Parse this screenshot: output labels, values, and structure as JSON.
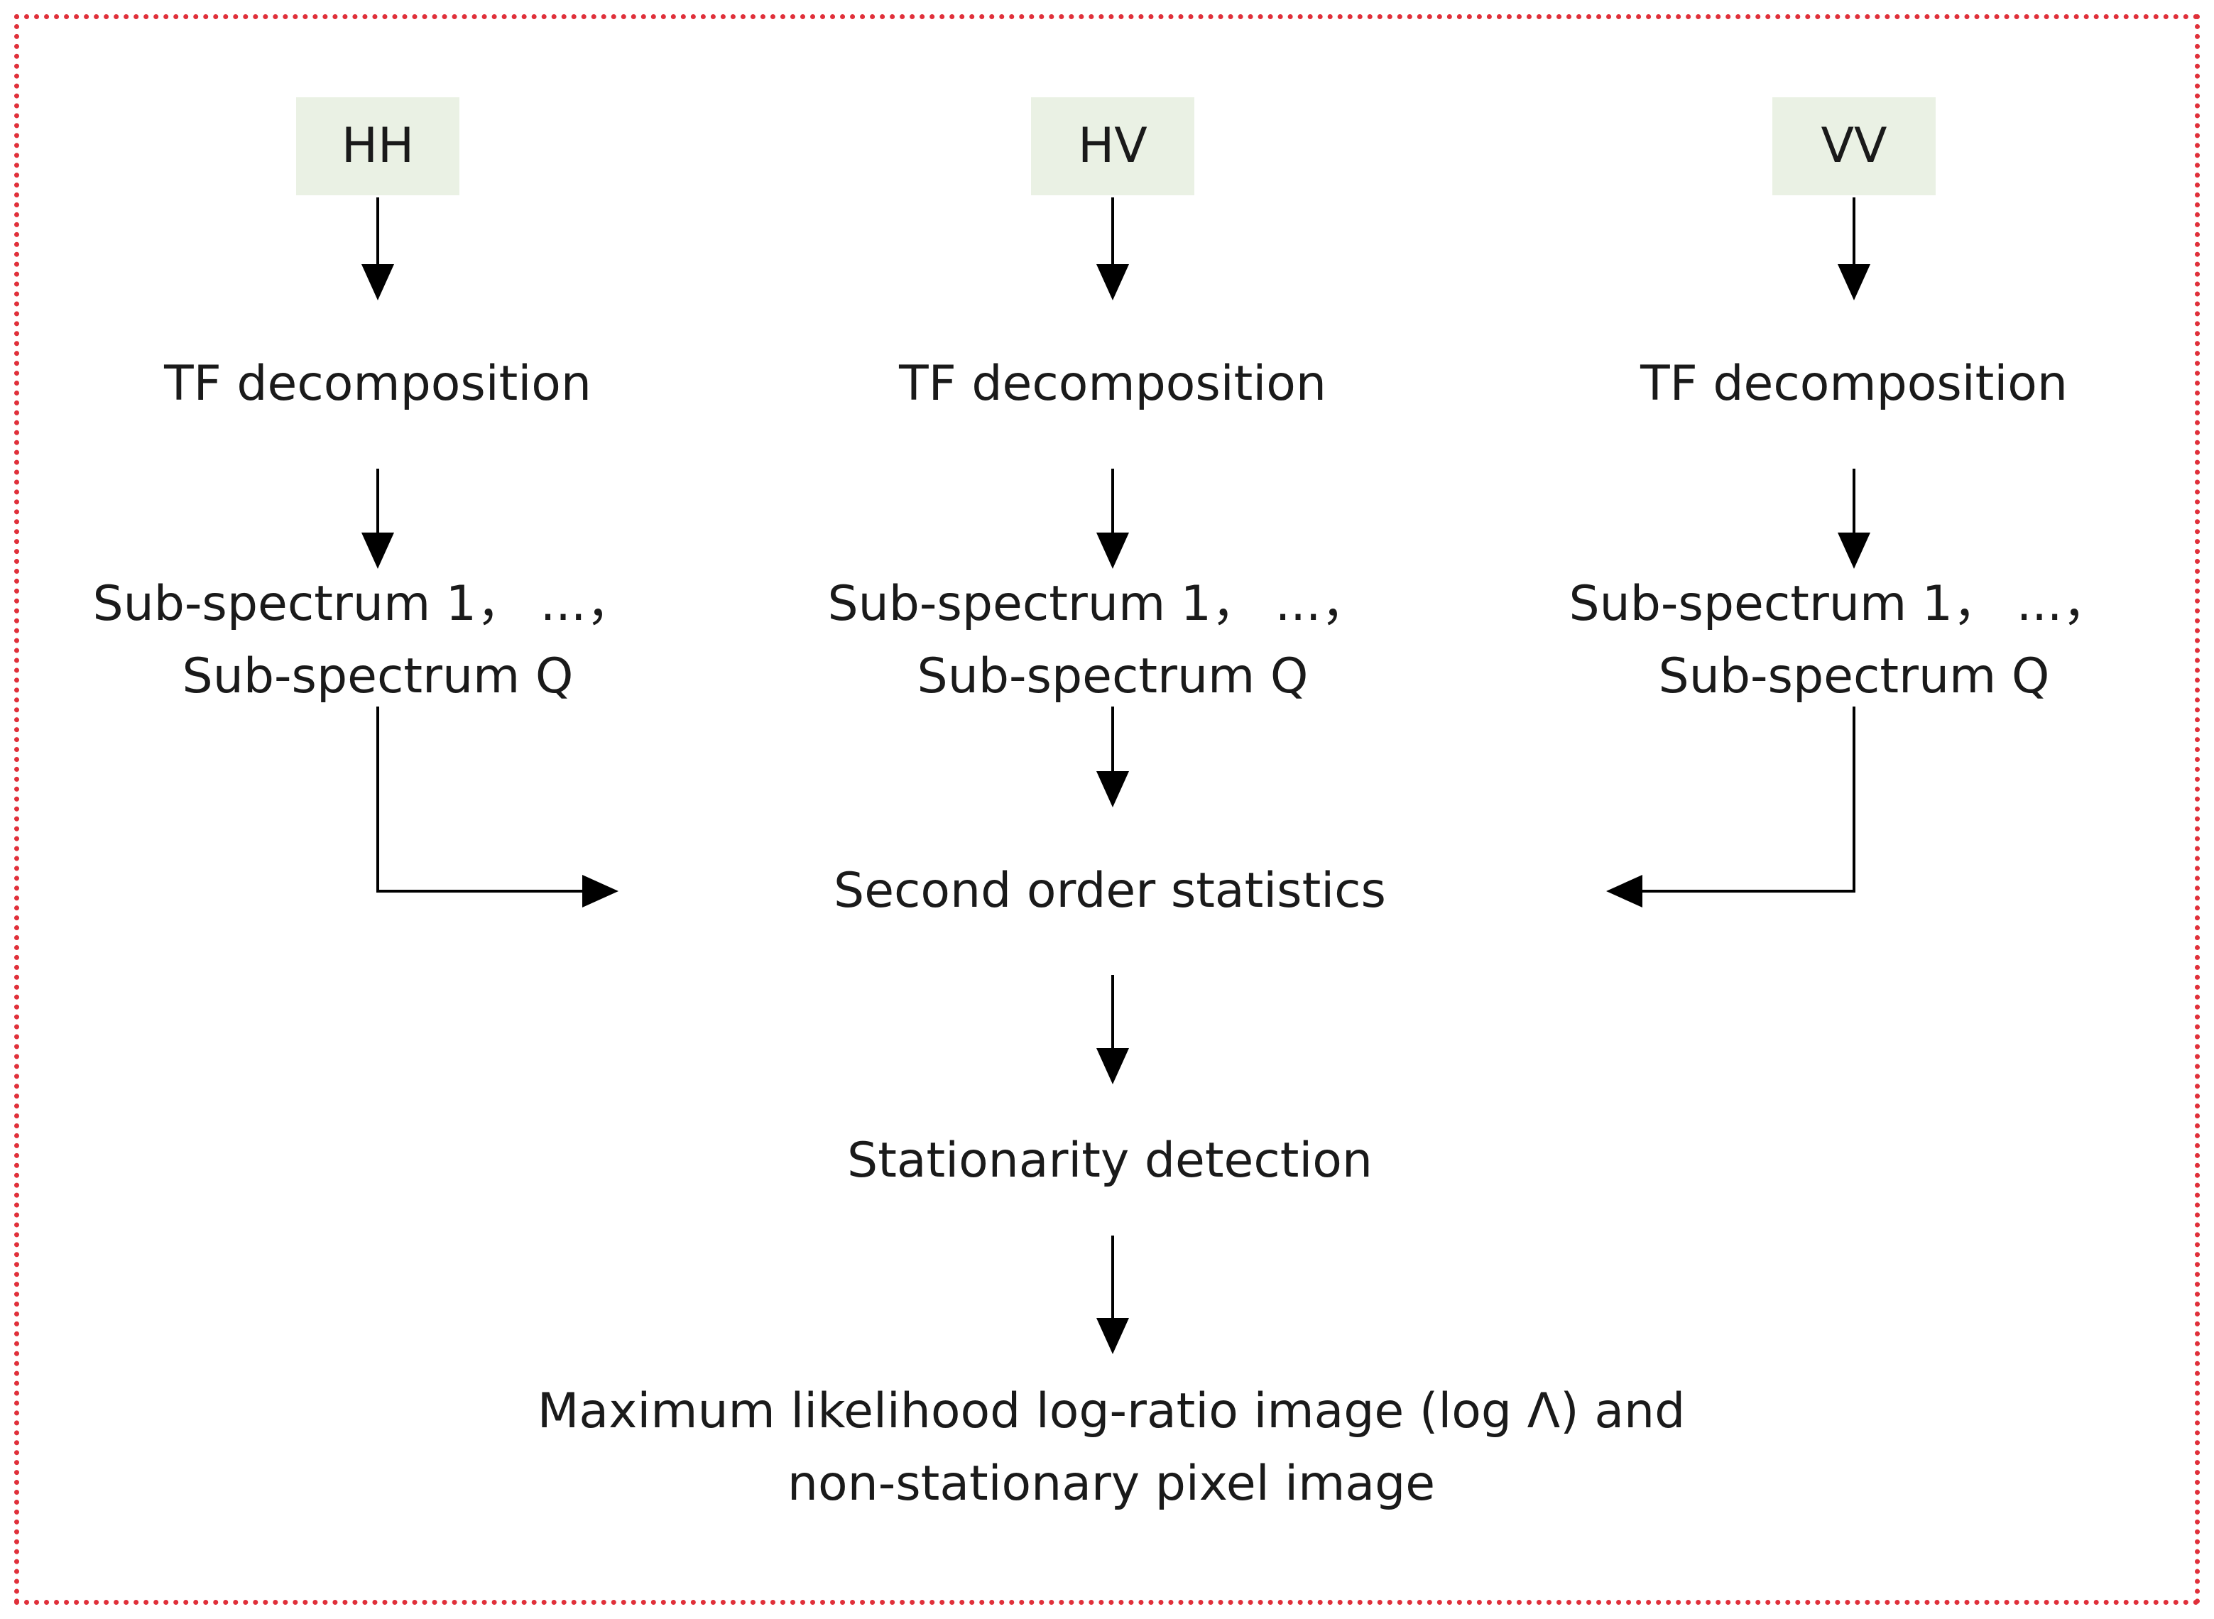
{
  "inputs": [
    {
      "id": "hh",
      "label": "HH"
    },
    {
      "id": "hv",
      "label": "HV"
    },
    {
      "id": "vv",
      "label": "VV"
    }
  ],
  "steps": {
    "tf_decomposition": "TF decomposition",
    "sub_spectrum_line1": "Sub-spectrum 1， ...，",
    "sub_spectrum_line2": "Sub-spectrum Q",
    "second_order_statistics": "Second order statistics",
    "stationarity_detection": "Stationarity detection",
    "output_line1": "Maximum likelihood log-ratio image (log Λ) and",
    "output_line2": "non-stationary pixel image"
  },
  "colors": {
    "frame_border": "#e0303a",
    "input_box_fill": "#eaf1e4",
    "text": "#1a1a1a",
    "arrow": "#000000"
  }
}
